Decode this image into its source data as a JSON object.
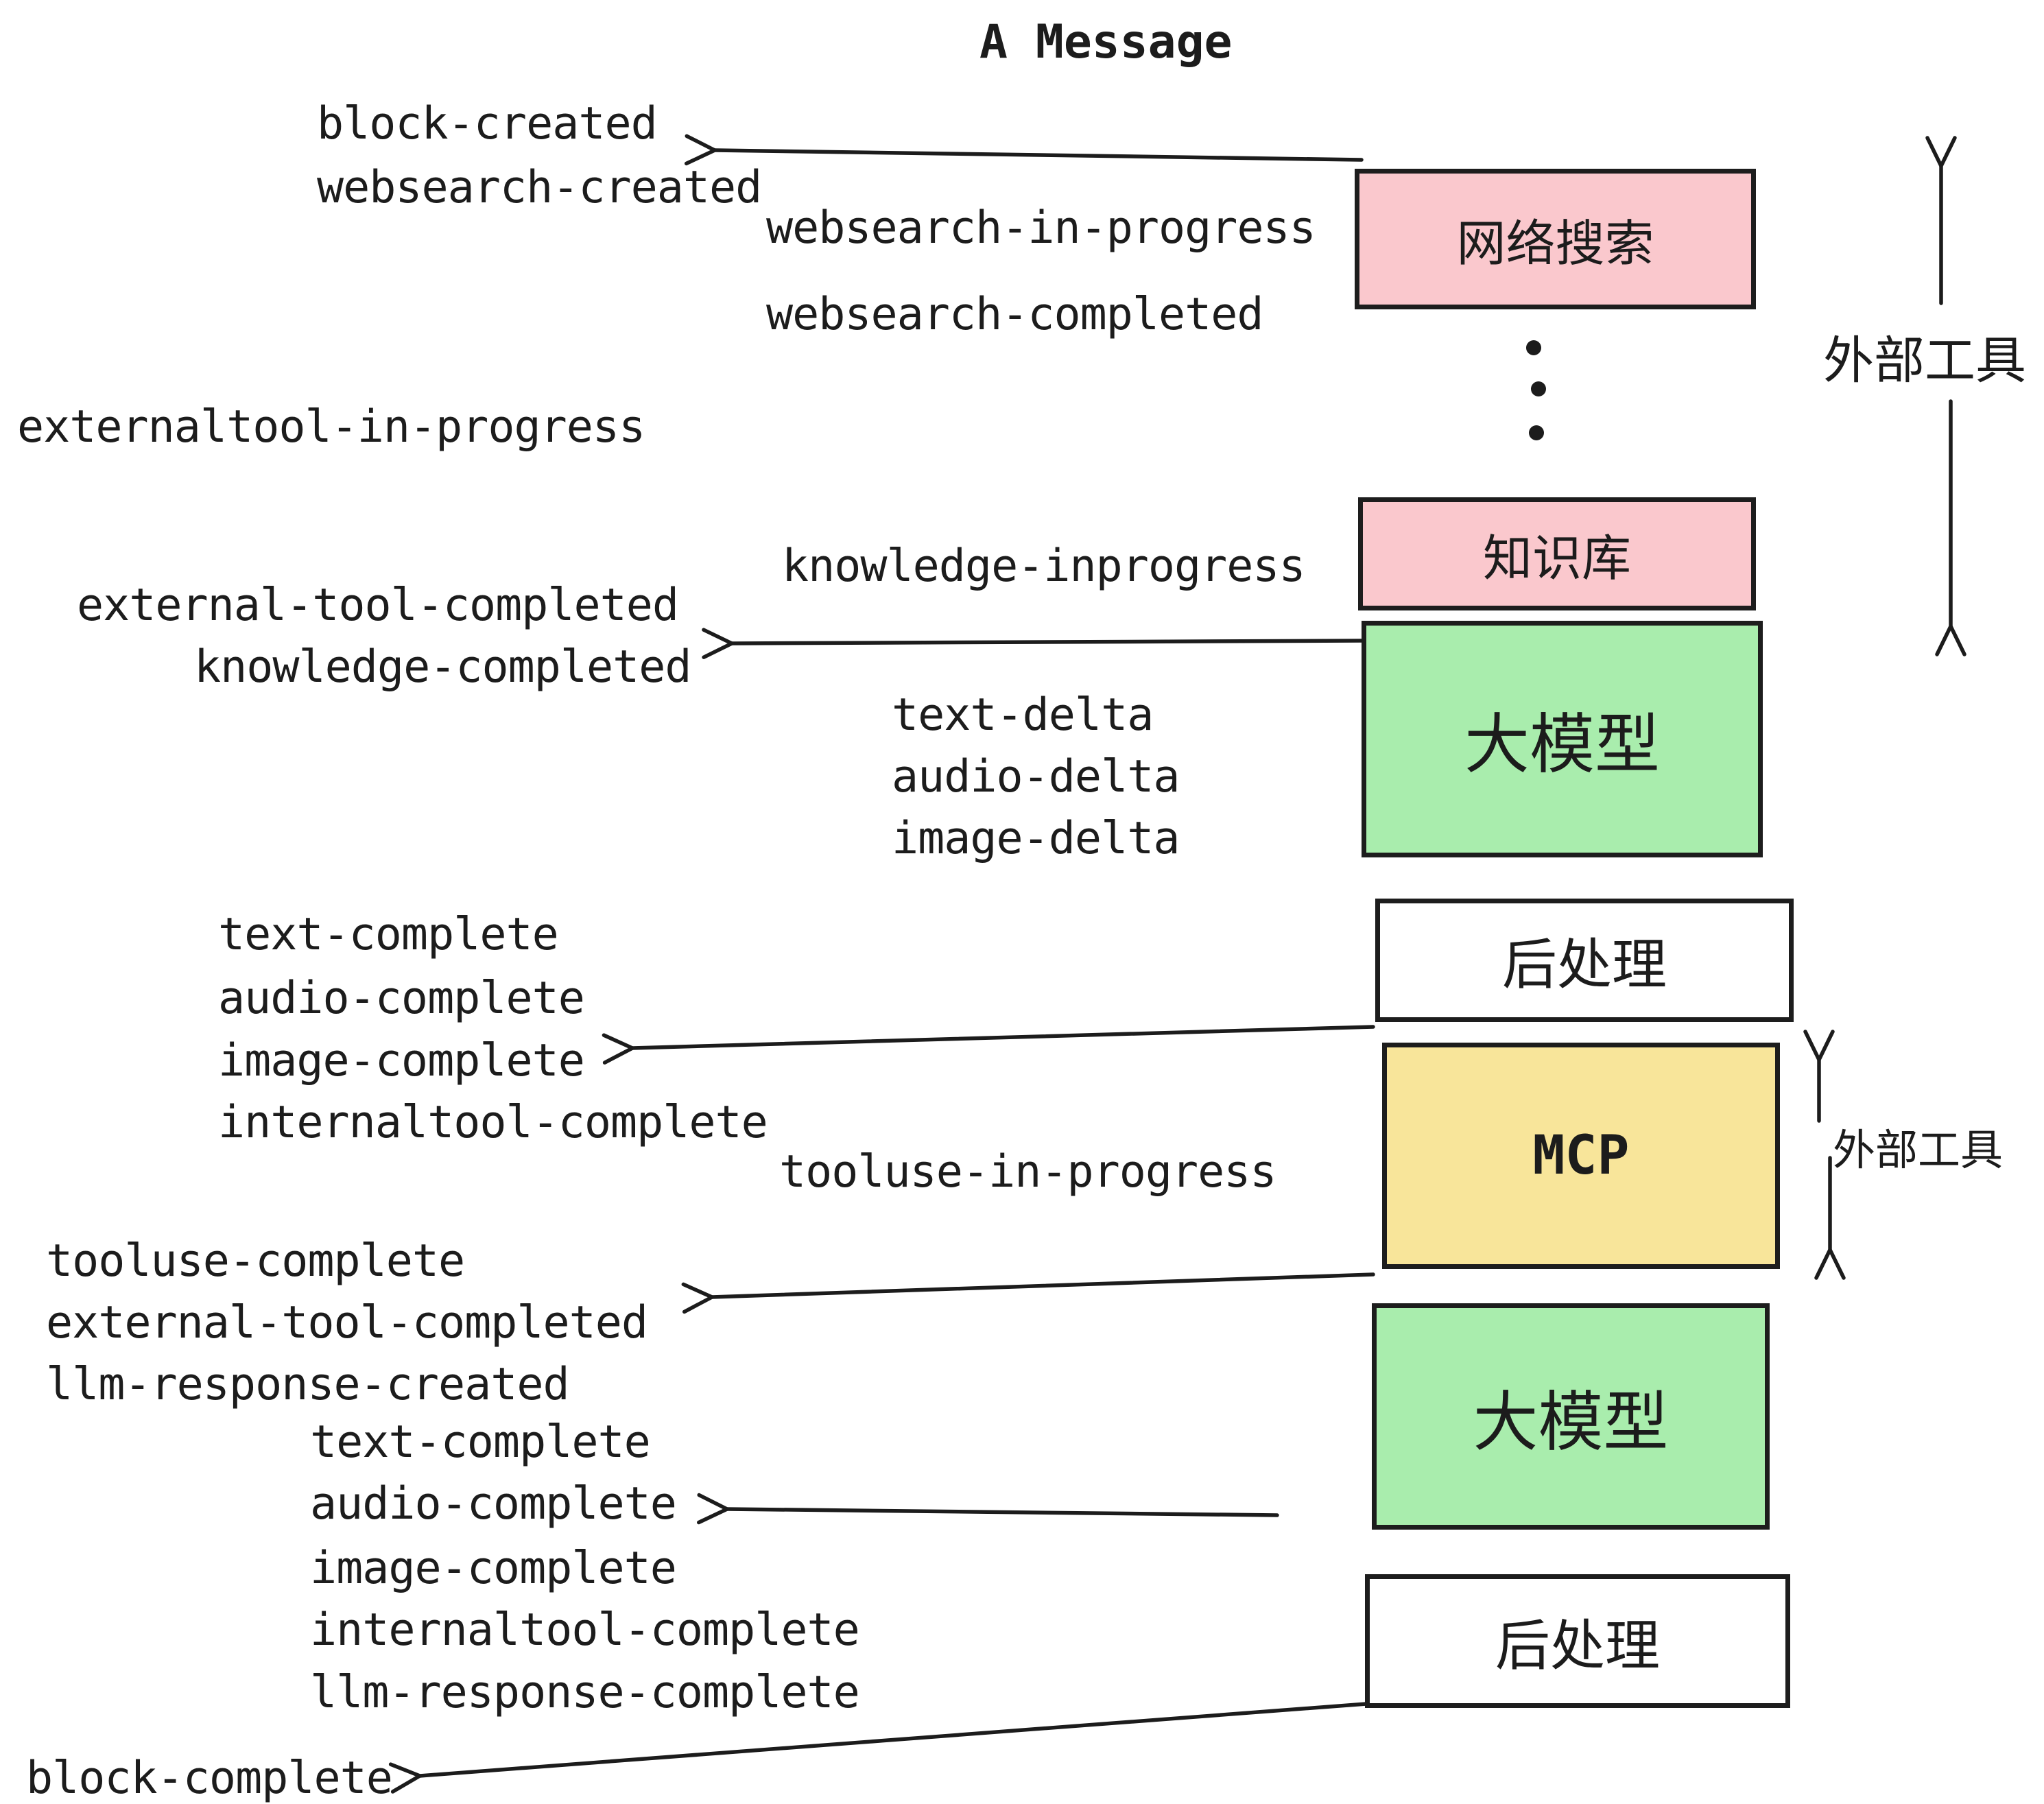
{
  "title": "A Message",
  "colors": {
    "pink": "#fac8cd",
    "green": "#a9edad",
    "yellow": "#f8e59a",
    "white": "#ffffff",
    "ink": "#1c1c1c"
  },
  "boxes": [
    {
      "label": "网络搜索",
      "fill": "pink"
    },
    {
      "label": "知识库",
      "fill": "pink"
    },
    {
      "label": "大模型",
      "fill": "green"
    },
    {
      "label": "后处理",
      "fill": "white"
    },
    {
      "label": "MCP",
      "fill": "yellow"
    },
    {
      "label": "大模型",
      "fill": "green"
    },
    {
      "label": "后处理",
      "fill": "white"
    }
  ],
  "side_labels": [
    {
      "text": "外部工具"
    },
    {
      "text": "外部工具"
    }
  ],
  "events": [
    {
      "text": "block-created"
    },
    {
      "text": "websearch-created"
    },
    {
      "text": "websearch-in-progress"
    },
    {
      "text": "websearch-completed"
    },
    {
      "text": "externaltool-in-progress"
    },
    {
      "text": "knowledge-inprogress"
    },
    {
      "text": "external-tool-completed"
    },
    {
      "text": "knowledge-completed"
    },
    {
      "text": "text-delta"
    },
    {
      "text": "audio-delta"
    },
    {
      "text": "image-delta"
    },
    {
      "text": "text-complete"
    },
    {
      "text": "audio-complete"
    },
    {
      "text": "image-complete"
    },
    {
      "text": "internaltool-complete"
    },
    {
      "text": "tooluse-in-progress"
    },
    {
      "text": "tooluse-complete"
    },
    {
      "text": "external-tool-completed"
    },
    {
      "text": "llm-response-created"
    },
    {
      "text": "text-complete"
    },
    {
      "text": "audio-complete"
    },
    {
      "text": "image-complete"
    },
    {
      "text": "internaltool-complete"
    },
    {
      "text": "llm-response-complete"
    },
    {
      "text": "block-complete"
    }
  ]
}
